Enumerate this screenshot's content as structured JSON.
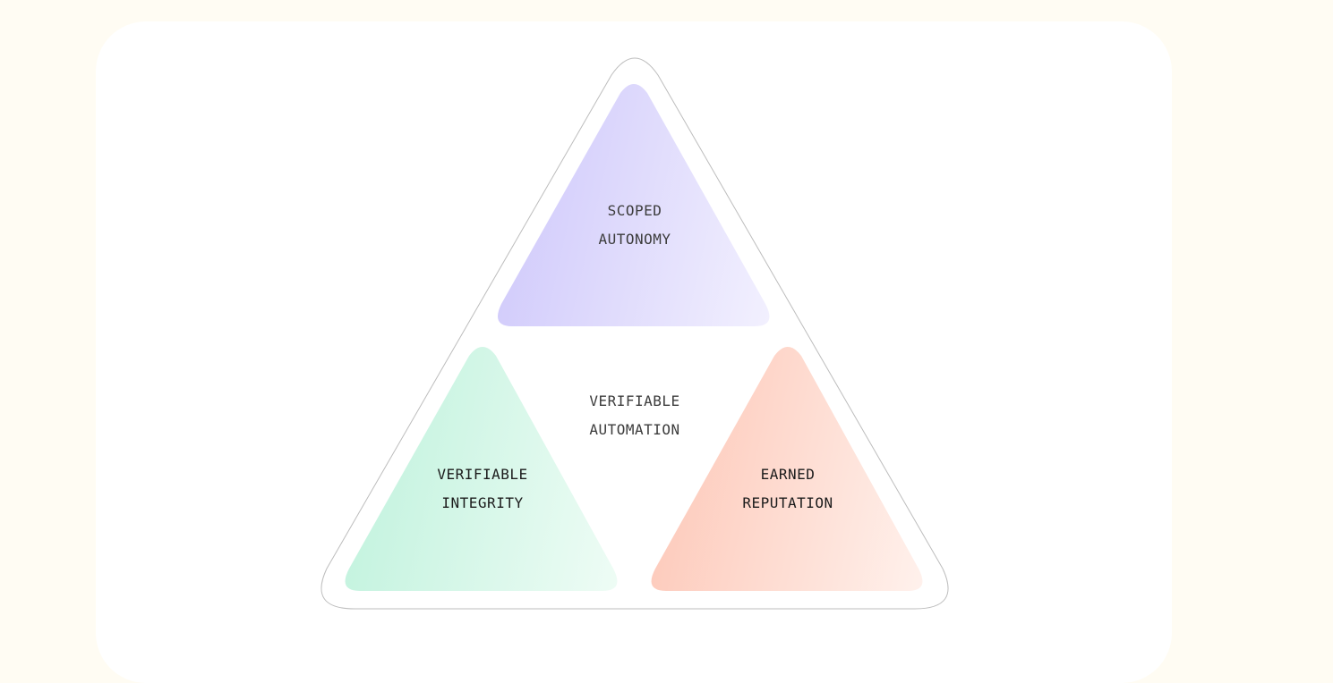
{
  "diagram": {
    "center_label": [
      "VERIFIABLE",
      "AUTOMATION"
    ],
    "segments": [
      {
        "id": "top",
        "lines": [
          "SCOPED",
          "AUTONOMY"
        ],
        "color_strong": "#d2ccfb",
        "color_light": "#f2f0fe",
        "text_color": "#3c3c3c"
      },
      {
        "id": "left",
        "lines": [
          "VERIFIABLE",
          "INTEGRITY"
        ],
        "color_strong": "#c4f3df",
        "color_light": "#eefcf5",
        "text_color": "#1c1c1c"
      },
      {
        "id": "right",
        "lines": [
          "EARNED",
          "REPUTATION"
        ],
        "color_strong": "#fdcbbc",
        "color_light": "#fff1ec",
        "text_color": "#1c1c1c"
      }
    ],
    "outline_color": "#bdbdbd",
    "center_text_color": "#3c3c3c"
  }
}
